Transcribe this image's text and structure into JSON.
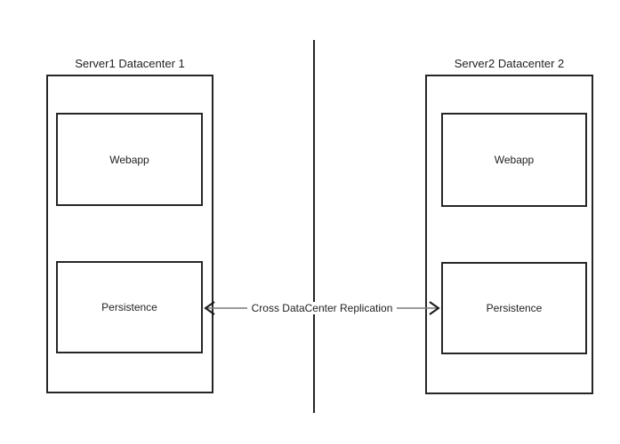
{
  "diagram": {
    "servers": [
      {
        "title": "Server1 Datacenter 1",
        "components": [
          {
            "label": "Webapp"
          },
          {
            "label": "Persistence"
          }
        ]
      },
      {
        "title": "Server2 Datacenter 2",
        "components": [
          {
            "label": "Webapp"
          },
          {
            "label": "Persistence"
          }
        ]
      }
    ],
    "replication": {
      "label": "Cross DataCenter Replication",
      "arrow_style": "double-headed-open"
    },
    "divider": {
      "orientation": "vertical"
    }
  },
  "colors": {
    "background": "#ffffff",
    "box_border": "#262626",
    "divider": "#262626",
    "arrow_line": "#7a7a7a",
    "arrow_head": "#1a1a1a",
    "text": "#1f1f1f"
  }
}
